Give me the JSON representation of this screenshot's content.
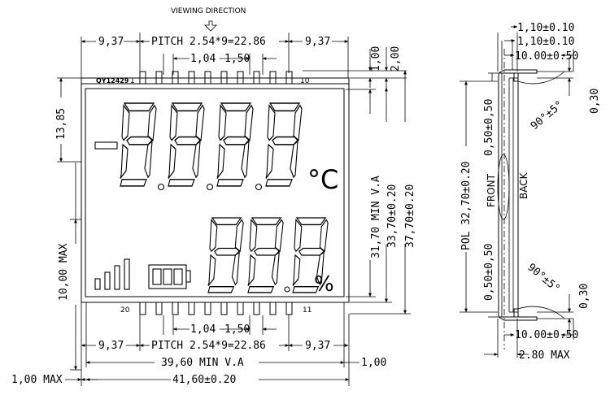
{
  "header": {
    "viewing_direction": "VIEWING DIRECTION"
  },
  "front": {
    "part_number": "QY12429",
    "pin_top_left": "1",
    "pin_top_right": "10",
    "pin_bottom_left": "20",
    "pin_bottom_right": "11",
    "celsius_symbol": "°C",
    "percent_symbol": "%"
  },
  "dimensions": {
    "top_left_offset": "9,37",
    "top_pitch": "PITCH 2.54*9=22.86",
    "top_right_offset": "9,37",
    "top_pin_width": "1,04",
    "top_pin_gap": "1,50",
    "right_gap_1": "1,00",
    "right_gap_2": "2,00",
    "left_height": "13,85",
    "left_pin_length": "10,00 MAX",
    "va_height": "31,70 MIN V.A",
    "glass_height": "33,70±0.20",
    "total_height": "37,70±0.20",
    "bottom_pin_width": "1,04",
    "bottom_pin_gap": "1,50",
    "bottom_left_offset": "9,37",
    "bottom_pitch": "PITCH 2.54*9=22.86",
    "bottom_right_offset": "9,37",
    "va_width": "39,60 MIN V.A",
    "va_right_gap": "1,00",
    "left_bottom_gap": "1,00 MAX",
    "total_width": "41,60±0.20"
  },
  "side": {
    "top_1": "1,10±0.10",
    "top_2": "1,10±0.10",
    "top_3": "10.00±0.50",
    "top_gap": "0,30",
    "angle_top": "90°±5°",
    "upper_offset": "0,50±0,50",
    "polarizer": "POL 32,70±0.20",
    "front_label": "FRONT",
    "back_label": "BACK",
    "lower_offset": "0,50±0,50",
    "angle_bottom": "90°±5°",
    "bottom_gap": "0,30",
    "bottom_1": "10.00±0.50",
    "thickness": "2.80 MAX"
  }
}
